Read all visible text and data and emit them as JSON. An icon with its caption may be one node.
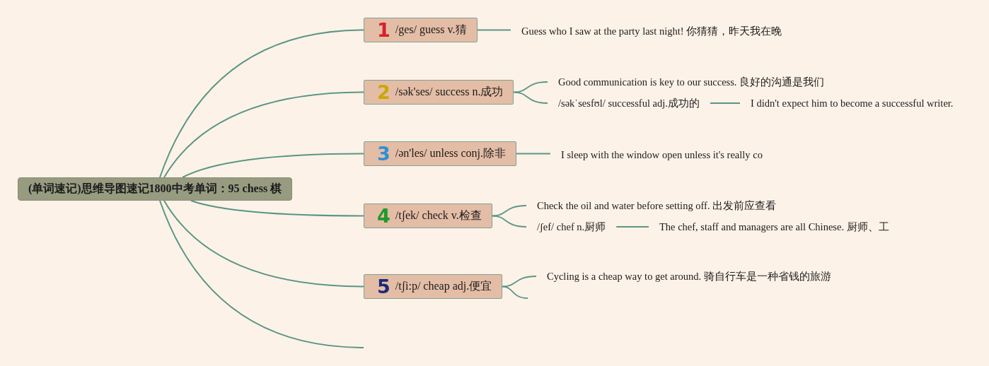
{
  "diagram": {
    "nodes": [
      {
        "text": [
          "(单词速记)思维导图速记1800中考单词：95 chess 棋"
        ]
      },
      {
        "text": [
          "1",
          "/ges/ guess v.猜"
        ]
      },
      {
        "text": [
          "2",
          "/sək'ses/ success n.成功"
        ]
      },
      {
        "text": [
          "3",
          "/ən'les/ unless conj.除非"
        ]
      },
      {
        "text": [
          "4",
          "/tʃek/ check v.检查"
        ]
      },
      {
        "text": [
          "5",
          "/tʃi:p/ cheap adj.便宜"
        ]
      },
      {
        "text": [
          "Guess who I saw at the party last night! 你猜猜，昨天我在晚"
        ]
      },
      {
        "text": [
          "Good communication is key to our success. 良好的沟通是我们"
        ]
      },
      {
        "text": [
          "/səkˈsesfʊl/ successful adj.成功的"
        ]
      },
      {
        "text": [
          "I didn't expect him to become a successful writer."
        ]
      },
      {
        "text": [
          "I sleep with the window open unless it's really co"
        ]
      },
      {
        "text": [
          "Check the oil and water before setting off. 出发前应查看"
        ]
      },
      {
        "text": [
          "/ʃef/ chef n.厨师"
        ]
      },
      {
        "text": [
          "The chef, staff and managers are all Chinese. 厨师、工"
        ]
      },
      {
        "text": [
          "Cycling is a cheap way to get around. 骑自行车是一种省钱的旅游"
        ]
      }
    ],
    "edges": [
      {
        "from": 0,
        "to": 1,
        "arrow": "none"
      },
      {
        "from": 0,
        "to": 2,
        "arrow": "none"
      },
      {
        "from": 0,
        "to": 3,
        "arrow": "none"
      },
      {
        "from": 0,
        "to": 4,
        "arrow": "none"
      },
      {
        "from": 0,
        "to": 5,
        "arrow": "none"
      },
      {
        "from": 0,
        "to": null,
        "arrow": "none"
      },
      {
        "from": 1,
        "to": 6,
        "arrow": "none"
      },
      {
        "from": 2,
        "to": 7,
        "arrow": "none"
      },
      {
        "from": 2,
        "to": 8,
        "arrow": "none"
      },
      {
        "from": 8,
        "to": 9,
        "arrow": "none"
      },
      {
        "from": 3,
        "to": 10,
        "arrow": "none"
      },
      {
        "from": 4,
        "to": 11,
        "arrow": "none"
      },
      {
        "from": 4,
        "to": 12,
        "arrow": "none"
      },
      {
        "from": 12,
        "to": 13,
        "arrow": "none"
      },
      {
        "from": 5,
        "to": 14,
        "arrow": "none"
      },
      {
        "from": 5,
        "to": null,
        "arrow": "none"
      }
    ]
  }
}
